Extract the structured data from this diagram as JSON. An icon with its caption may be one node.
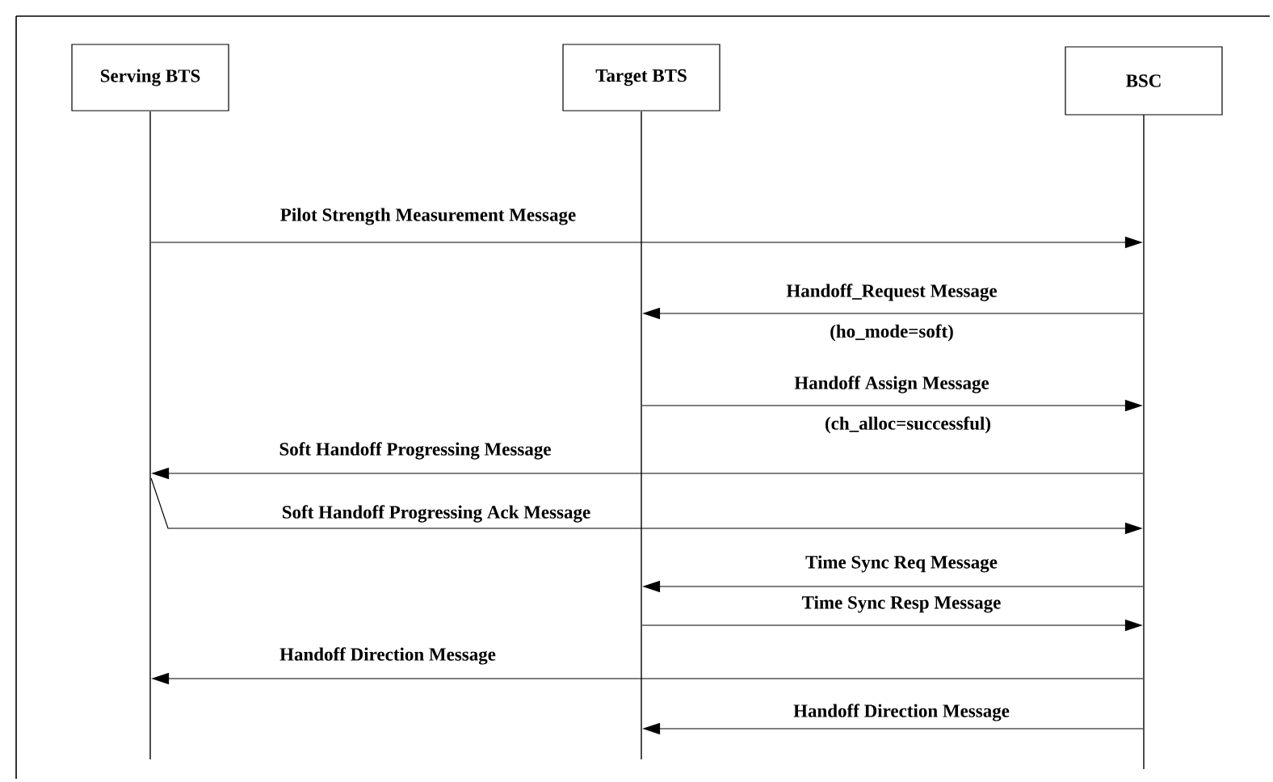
{
  "diagram": {
    "nodes": [
      {
        "text": [
          "Serving BTS"
        ]
      },
      {
        "text": [
          "Target BTS"
        ]
      },
      {
        "text": [
          "BSC"
        ]
      },
      {
        "text": [],
        "shape": "line"
      },
      {
        "text": [],
        "shape": "line"
      },
      {
        "text": [],
        "shape": "line"
      }
    ],
    "edges": [
      {
        "from": 3,
        "to": 5,
        "arrow": "to",
        "label": "Pilot Strength Measurement Message"
      },
      {
        "from": 5,
        "to": 4,
        "arrow": "to",
        "label": "Handoff_Request Message"
      },
      {
        "from": 4,
        "to": 5,
        "arrow": "to",
        "label": "Handoff Assign Message"
      },
      {
        "from": 5,
        "to": 3,
        "arrow": "to",
        "label": "Soft Handoff Progressing Message"
      },
      {
        "from": 3,
        "to": 5,
        "arrow": "to",
        "label": "Soft Handoff Progressing Ack Message"
      },
      {
        "from": 5,
        "to": 4,
        "arrow": "to",
        "label": "Time Sync Req Message"
      },
      {
        "from": 4,
        "to": 5,
        "arrow": "to",
        "label": "Time Sync Resp Message"
      },
      {
        "from": 5,
        "to": 3,
        "arrow": "to",
        "label": "Handoff Direction Message"
      },
      {
        "from": 5,
        "to": 4,
        "arrow": "to",
        "label": "Handoff Direction Message"
      }
    ],
    "labels": [
      "(ho_mode=soft)",
      "(ch_alloc=successful)"
    ]
  }
}
